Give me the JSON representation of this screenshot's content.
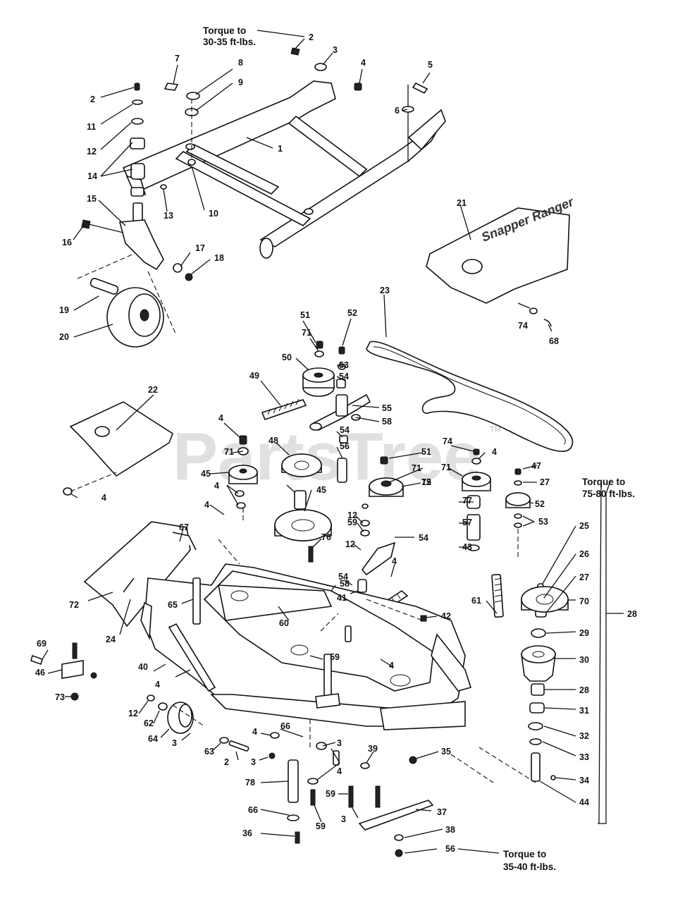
{
  "watermark": "PartsTree",
  "watermark_tm": "TM",
  "torque_notes": [
    {
      "line1": "Torque to",
      "line2": "30-35 ft-lbs."
    },
    {
      "line1": "Torque to",
      "line2": "75-80 ft-lbs."
    },
    {
      "line1": "Torque to",
      "line2": "35-40 ft-lbs."
    }
  ],
  "hood_logo": "Snapper Ranger",
  "callouts": [
    "2",
    "3",
    "4",
    "7",
    "8",
    "9",
    "5",
    "6",
    "2",
    "11",
    "12",
    "14",
    "1",
    "13",
    "10",
    "15",
    "16",
    "17",
    "18",
    "19",
    "20",
    "21",
    "74",
    "68",
    "23",
    "51",
    "52",
    "71",
    "53",
    "50",
    "54",
    "49",
    "55",
    "58",
    "22",
    "4",
    "48",
    "54",
    "56",
    "4",
    "71",
    "45",
    "51",
    "71",
    "75",
    "74",
    "4",
    "71",
    "12",
    "47",
    "27",
    "4",
    "45",
    "4",
    "52",
    "12",
    "53",
    "59",
    "76",
    "77",
    "57",
    "54",
    "12",
    "43",
    "67",
    "4",
    "58",
    "54",
    "41",
    "72",
    "65",
    "60",
    "61",
    "42",
    "24",
    "25",
    "26",
    "27",
    "70",
    "28",
    "29",
    "30",
    "28",
    "31",
    "32",
    "33",
    "34",
    "44",
    "69",
    "46",
    "73",
    "40",
    "4",
    "12",
    "62",
    "64",
    "3",
    "63",
    "2",
    "3",
    "4",
    "66",
    "3",
    "4",
    "39",
    "35",
    "78",
    "59",
    "3",
    "66",
    "59",
    "36",
    "37",
    "38",
    "56",
    "59",
    "4"
  ]
}
